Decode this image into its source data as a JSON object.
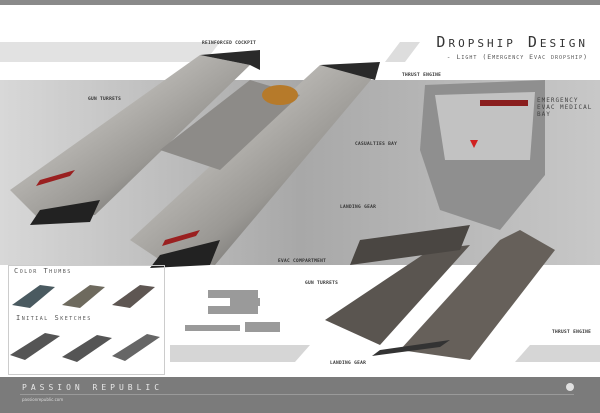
{
  "header": {
    "title": "Dropship Design",
    "subtitle": "- Light (Emergency Evac dropship)"
  },
  "callouts": {
    "reinforced_cockpit": "Reinforced Cockpit",
    "thrust_engine_top": "Thrust Engine",
    "gun_turrets_top": "Gun Turrets",
    "casualties_bay": "Casualties Bay",
    "medical_bay": "Emergency Evac Medical Bay",
    "landing_gear_top": "Landing Gear",
    "evac_compartment": "Evac Compartment",
    "gun_turrets_bottom": "Gun Turrets",
    "thrust_engine_bottom": "Thrust Engine",
    "landing_gear_bottom": "Landing Gear"
  },
  "thumbnails": {
    "color_thumbs_label": "Color Thumbs",
    "initial_sketches_label": "Initial Sketches"
  },
  "footer": {
    "brand": "PASSION REPUBLIC",
    "url": "passionrepublic.com"
  }
}
